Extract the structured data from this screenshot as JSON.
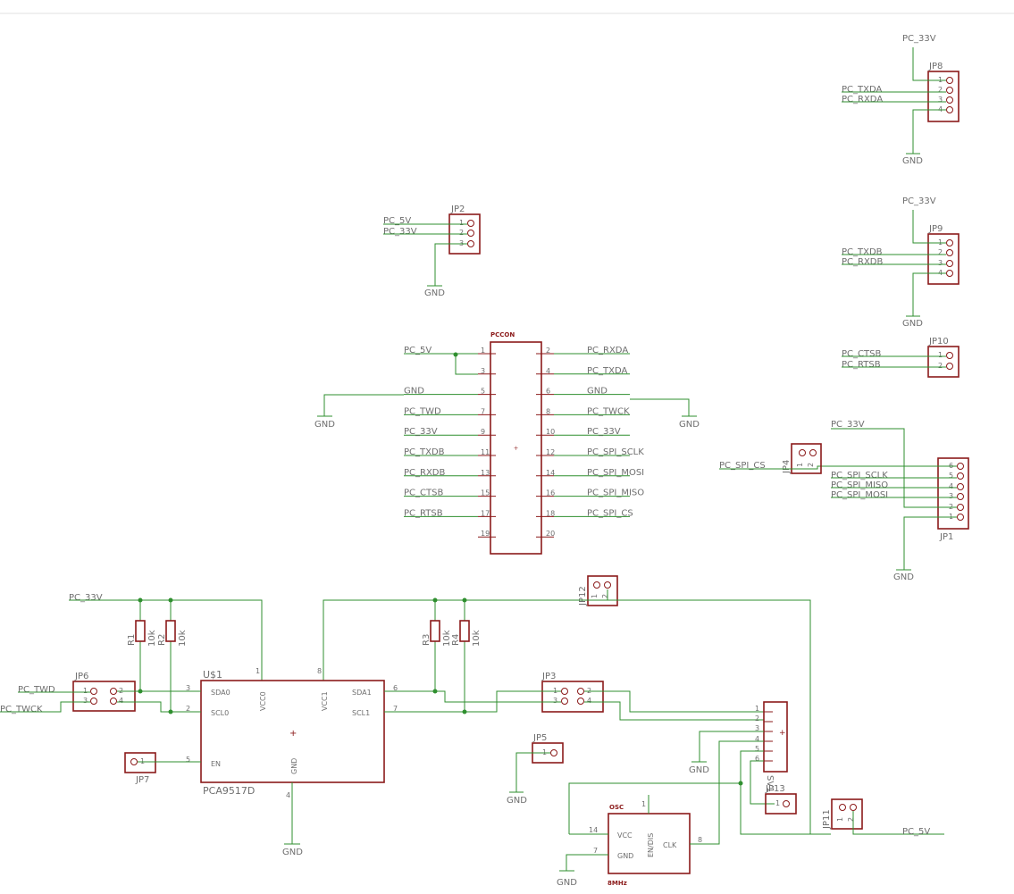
{
  "nets": {
    "pc_33v": "PC_33V",
    "pc_5v": "PC_5V",
    "gnd": "GND",
    "pc_txda": "PC_TXDA",
    "pc_rxda": "PC_RXDA",
    "pc_txdb": "PC_TXDB",
    "pc_rxdb": "PC_RXDB",
    "pc_ctsb": "PC_CTSB",
    "pc_rtsb": "PC_RTSB",
    "pc_twd": "PC_TWD",
    "pc_twck": "PC_TWCK",
    "pc_spi_sclk": "PC_SPI_SCLK",
    "pc_spi_mosi": "PC_SPI_MOSI",
    "pc_spi_miso": "PC_SPI_MISO",
    "pc_spi_cs": "PC_SPI_CS"
  },
  "parts": {
    "jp1": "JP1",
    "jp2": "JP2",
    "jp3": "JP3",
    "jp4": "JP4",
    "jp5": "JP5",
    "jp6": "JP6",
    "jp7": "JP7",
    "jp8": "JP8",
    "jp9": "JP9",
    "jp10": "JP10",
    "jp11": "JP11",
    "jp12": "JP12",
    "jp13": "JP13",
    "pccon": "PCCON",
    "r1": "R1",
    "r2": "R2",
    "r3": "R3",
    "r4": "R4",
    "res_value": "10k",
    "u1": "U$1",
    "u1_value": "PCA9517D",
    "sv1": "SV1",
    "osc": "OSC",
    "osc_value": "8MHz"
  },
  "u1_pins": {
    "sda0": "SDA0",
    "scl0": "SCL0",
    "vcc0": "VCC0",
    "vcc1": "VCC1",
    "sda1": "SDA1",
    "scl1": "SCL1",
    "en": "EN",
    "gnd": "GND"
  },
  "osc_pins": {
    "vcc": "VCC",
    "gnd": "GND",
    "clk": "CLK",
    "endis": "EN/DIS"
  },
  "pccon_left": [
    "PC_5V",
    "",
    "GND",
    "PC_TWD",
    "PC_33V",
    "PC_TXDB",
    "PC_RXDB",
    "PC_CTSB",
    "PC_RTSB",
    ""
  ],
  "pccon_right": [
    "PC_RXDA",
    "PC_TXDA",
    "GND",
    "PC_TWCK",
    "PC_33V",
    "PC_SPI_SCLK",
    "PC_SPI_MOSI",
    "PC_SPI_MISO",
    "PC_SPI_CS",
    ""
  ],
  "pccon_left_nums": [
    "1",
    "3",
    "5",
    "7",
    "9",
    "11",
    "13",
    "15",
    "17",
    "19"
  ],
  "pccon_right_nums": [
    "2",
    "4",
    "6",
    "8",
    "10",
    "12",
    "14",
    "16",
    "18",
    "20"
  ]
}
